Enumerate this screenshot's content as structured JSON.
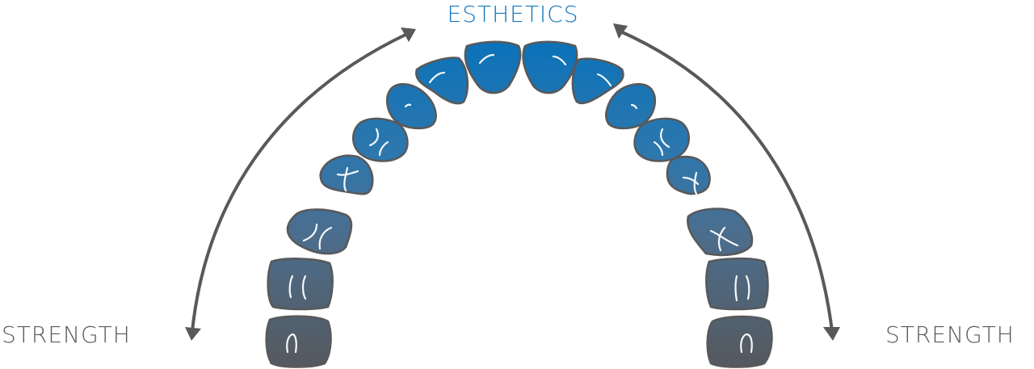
{
  "diagram": {
    "title": "Dental arch material gradient",
    "labels": {
      "top": "ESTHETICS",
      "left": "STRENGTH",
      "right": "STRENGTH"
    },
    "colors": {
      "esthetics": "#1577bd",
      "strength": "#57595c",
      "arrow": "#58595b",
      "tooth_outline": "#58595b",
      "tooth_front": "#0b72b9",
      "tooth_back": "#55595f"
    },
    "arch": {
      "teeth_per_side": 8,
      "order_from_front": [
        "central-incisor",
        "lateral-incisor",
        "canine",
        "first-premolar",
        "second-premolar",
        "first-molar",
        "second-molar",
        "third-molar"
      ]
    },
    "arrows": [
      {
        "name": "left-double-arrow",
        "from": "STRENGTH",
        "to": "ESTHETICS"
      },
      {
        "name": "right-double-arrow",
        "from": "ESTHETICS",
        "to": "STRENGTH"
      }
    ]
  }
}
